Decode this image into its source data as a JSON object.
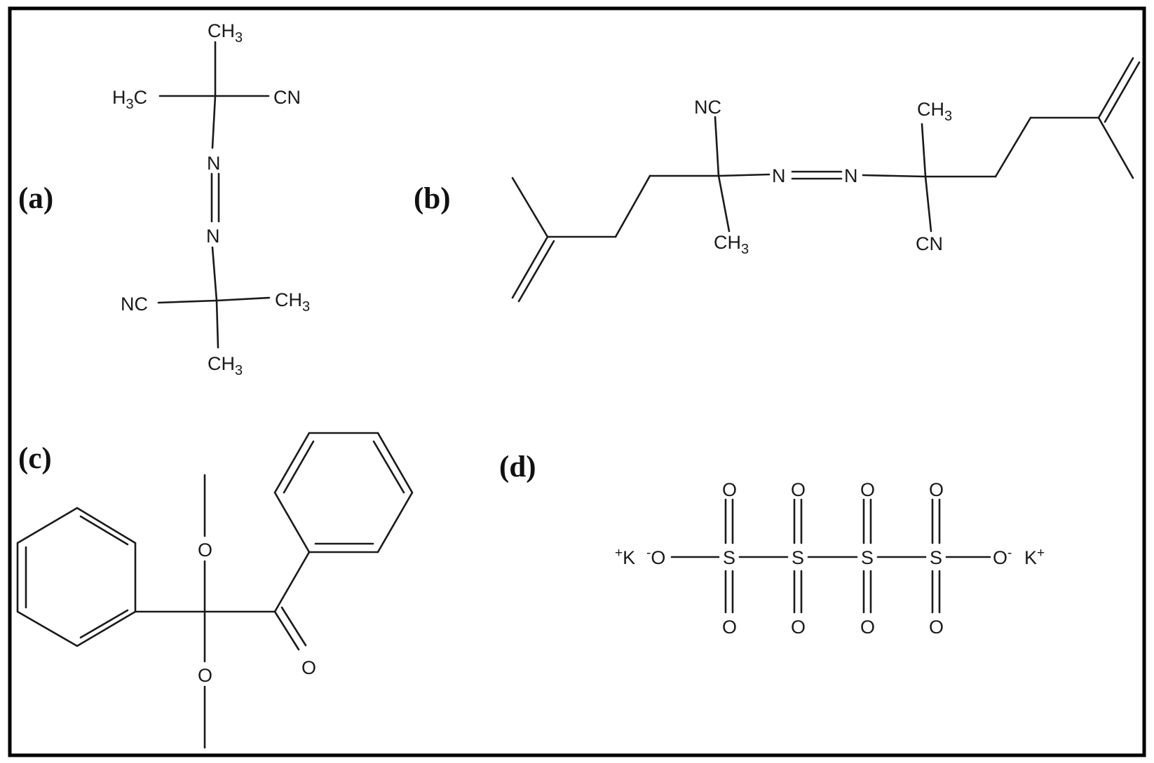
{
  "panels": {
    "a": {
      "label": "(a)",
      "atoms": {
        "top_methyl": {
          "main": "CH",
          "sub": "3"
        },
        "left_methyl": {
          "pre": "H",
          "sub": "3",
          "main": "C"
        },
        "top_nitrile": {
          "main": "CN"
        },
        "n1": {
          "main": "N"
        },
        "n2": {
          "main": "N"
        },
        "bottom_nitrile": {
          "main": "NC"
        },
        "right_methyl": {
          "main": "CH",
          "sub": "3"
        },
        "bottom_methyl": {
          "main": "CH",
          "sub": "3"
        }
      }
    },
    "b": {
      "label": "(b)",
      "atoms": {
        "left_nitrile": {
          "main": "NC"
        },
        "left_methyl": {
          "main": "CH",
          "sub": "3"
        },
        "n1": {
          "main": "N"
        },
        "n2": {
          "main": "N"
        },
        "right_methyl": {
          "main": "CH",
          "sub": "3"
        },
        "right_nitrile": {
          "main": "CN"
        }
      }
    },
    "c": {
      "label": "(c)",
      "atoms": {
        "o_upper": {
          "main": "O"
        },
        "o_lower": {
          "main": "O"
        },
        "o_carbonyl": {
          "main": "O"
        }
      }
    },
    "d": {
      "label": "(d)",
      "atoms": {
        "k_left": {
          "sup": "+",
          "main": "K"
        },
        "o_left": {
          "sup": "-",
          "main": "O"
        },
        "s1": {
          "main": "S"
        },
        "s2": {
          "main": "S"
        },
        "s3": {
          "main": "S"
        },
        "s4": {
          "main": "S"
        },
        "o_right": {
          "main": "O",
          "sup": "-"
        },
        "k_right": {
          "main": "K",
          "sup": "+"
        },
        "o_s1_top": {
          "main": "O"
        },
        "o_s2_top": {
          "main": "O"
        },
        "o_s3_top": {
          "main": "O"
        },
        "o_s4_top": {
          "main": "O"
        },
        "o_s1_bottom": {
          "main": "O"
        },
        "o_s2_bottom": {
          "main": "O"
        },
        "o_s3_bottom": {
          "main": "O"
        },
        "o_s4_bottom": {
          "main": "O"
        }
      }
    }
  }
}
